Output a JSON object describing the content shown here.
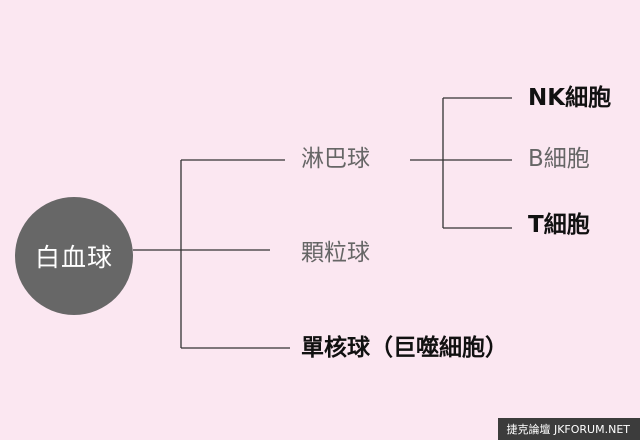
{
  "root": {
    "label": "白血球"
  },
  "level1": [
    {
      "label": "淋巴球",
      "emphasis": false
    },
    {
      "label": "顆粒球",
      "emphasis": false
    },
    {
      "label": "單核球（巨噬細胞）",
      "emphasis": true
    }
  ],
  "level2": [
    {
      "label": "NK細胞",
      "emphasis": true
    },
    {
      "label": "B細胞",
      "emphasis": false
    },
    {
      "label": "T細胞",
      "emphasis": true
    }
  ],
  "watermark": "捷克論壇 JKFORUM.NET",
  "colors": {
    "background": "#fbe7f1",
    "root_fill": "#676767",
    "line": "#333333",
    "text_normal": "#666666",
    "text_bold": "#111111"
  }
}
